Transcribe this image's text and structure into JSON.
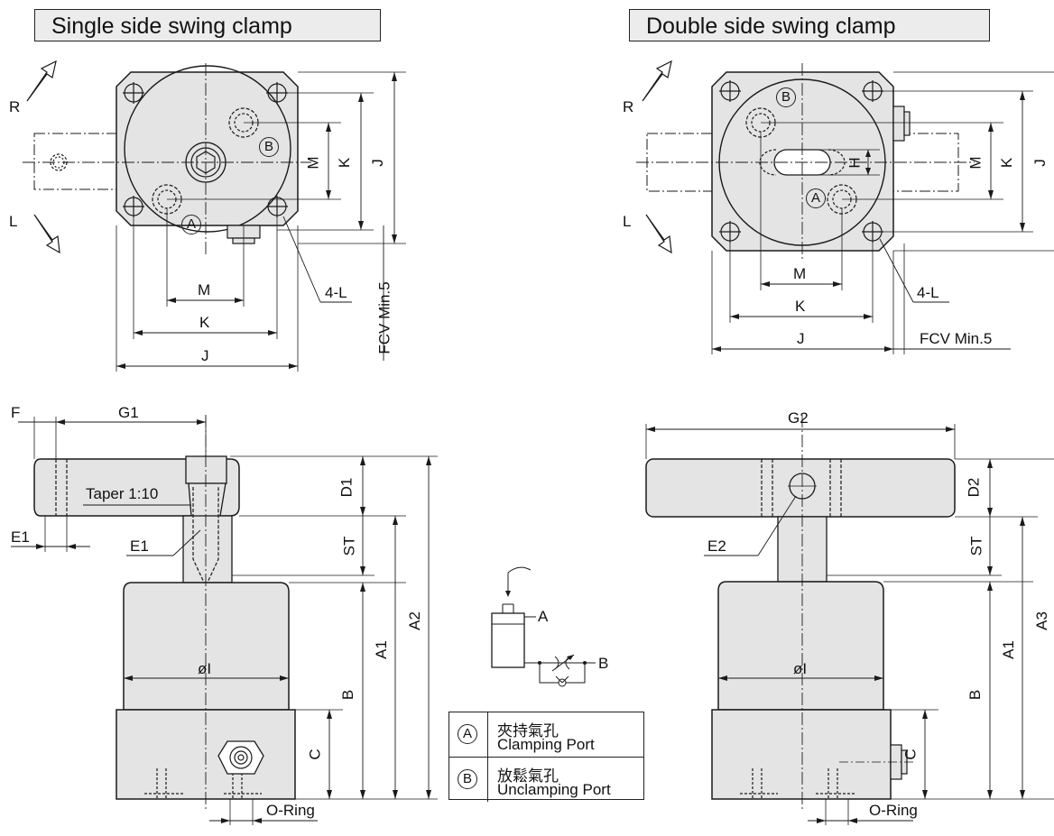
{
  "titles": {
    "single": "Single side swing clamp",
    "double": "Double side swing clamp"
  },
  "labels": {
    "R": "R",
    "L": "L",
    "M": "M",
    "K": "K",
    "J": "J",
    "H": "H",
    "four_l": "4-L",
    "fcv": "FCV Min.5",
    "port_a": "A",
    "port_b": "B",
    "F": "F",
    "G1": "G1",
    "G2": "G2",
    "taper": "Taper 1:10",
    "E1": "E1",
    "E2": "E2",
    "D1": "D1",
    "D2": "D2",
    "ST": "ST",
    "A1": "A1",
    "A2": "A2",
    "A3": "A3",
    "B": "B",
    "C": "C",
    "dia_i": "øI",
    "oring": "O-Ring"
  },
  "legend": {
    "rows": [
      {
        "symbol": "A",
        "zh": "夾持氣孔",
        "en": "Clamping Port"
      },
      {
        "symbol": "B",
        "zh": "放鬆氣孔",
        "en": "Unclamping Port"
      }
    ]
  },
  "colors": {
    "part_fill": "#e4e4e4",
    "line": "#1a1a1a",
    "title_fill": "#ececec"
  }
}
